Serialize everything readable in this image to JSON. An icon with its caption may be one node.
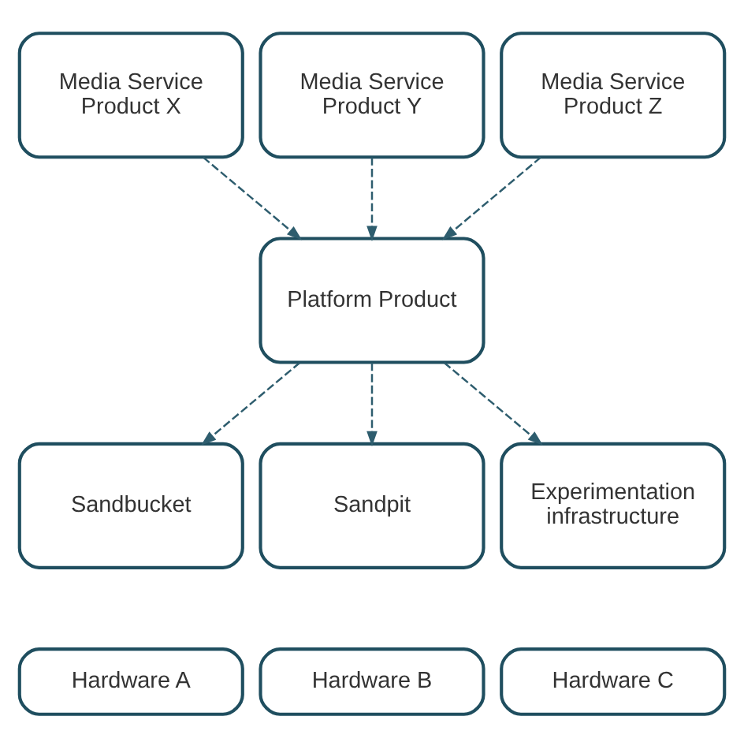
{
  "diagram": {
    "nodes": [
      {
        "text": [
          "Media Service Product X"
        ]
      },
      {
        "text": [
          "Media Service Product Y"
        ]
      },
      {
        "text": [
          "Media Service Product Z"
        ]
      },
      {
        "text": [
          "Platform Product"
        ]
      },
      {
        "text": [
          "Sandbucket"
        ]
      },
      {
        "text": [
          "Sandpit"
        ]
      },
      {
        "text": [
          "Experimentation infrastructure"
        ]
      },
      {
        "text": [
          "Hardware A"
        ]
      },
      {
        "text": [
          "Hardware B"
        ]
      },
      {
        "text": [
          "Hardware C"
        ]
      }
    ],
    "edges": [
      {
        "from": 0,
        "to": 3,
        "arrow": "to",
        "style": "dashed"
      },
      {
        "from": 1,
        "to": 3,
        "arrow": "to",
        "style": "dashed"
      },
      {
        "from": 2,
        "to": 3,
        "arrow": "to",
        "style": "dashed"
      },
      {
        "from": 3,
        "to": 4,
        "arrow": "to",
        "style": "dashed"
      },
      {
        "from": 3,
        "to": 5,
        "arrow": "to",
        "style": "dashed"
      },
      {
        "from": 3,
        "to": 6,
        "arrow": "to",
        "style": "dashed"
      }
    ]
  }
}
